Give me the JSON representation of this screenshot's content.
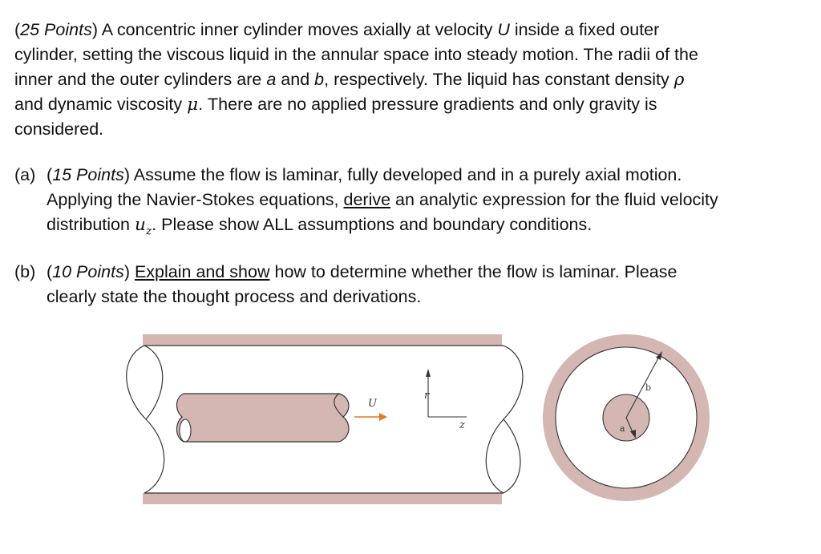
{
  "problem": {
    "points": "25 Points",
    "intro_lines": [
      "A concentric inner cylinder moves axially at velocity",
      "inside a fixed outer",
      "cylinder, setting the viscous liquid in the annular space into steady motion. The radii of the",
      "inner and the outer cylinders are",
      "and",
      ", respectively. The liquid has constant density",
      "and dynamic viscosity",
      ".  There are no applied pressure gradients and only gravity is",
      "considered."
    ],
    "symbols": {
      "U": "U",
      "a": "a",
      "b": "b",
      "rho": "ρ",
      "mu": "μ",
      "uz": "u",
      "z_sub": "z"
    }
  },
  "part_a": {
    "label": "(a)",
    "points": "15 Points",
    "text_1": "Assume the flow is laminar, fully developed and in a purely axial motion.",
    "text_2a": "Applying the Navier-Stokes equations,",
    "text_2_link": "derive",
    "text_2b": "an analytic expression for the fluid velocity",
    "text_3a": "distribution",
    "text_3b": ".  Please show ALL assumptions and boundary conditions."
  },
  "part_b": {
    "label": "(b)",
    "points": "10 Points",
    "link": "Explain and show",
    "text_1": "how to determine whether the flow is laminar. Please",
    "text_2": "clearly state the thought process and derivations."
  },
  "figure": {
    "label_U": "U",
    "label_r": "r",
    "label_z": "z",
    "label_a": "a",
    "label_b": "b",
    "wall_color": "#d4b6b3",
    "arrow_color": "#e07a1f"
  }
}
